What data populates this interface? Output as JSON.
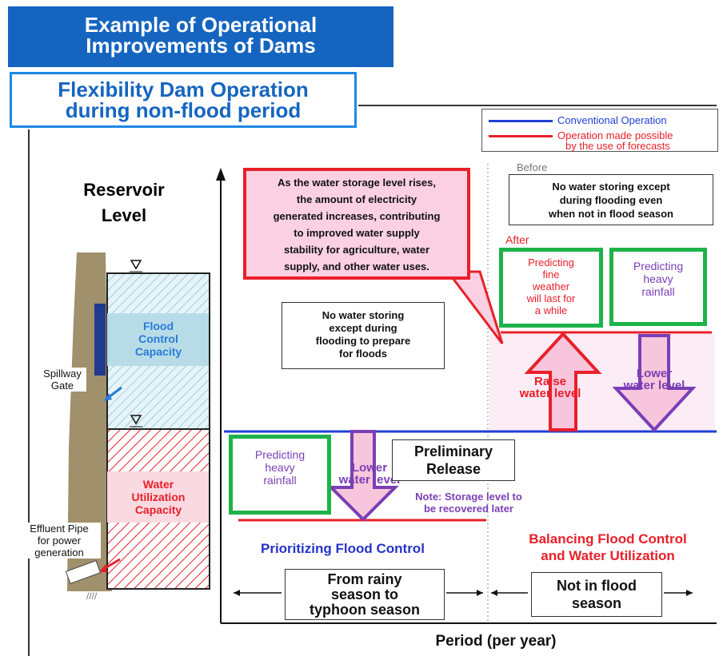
{
  "header": {
    "title_line1": "Example of Operational",
    "title_line2": "Improvements of Dams",
    "subtitle_line1": "Flexibility Dam Operation",
    "subtitle_line2": "during non-flood period"
  },
  "legend": {
    "conventional": "Conventional Operation",
    "forecast_line1": "Operation made possible",
    "forecast_line2": "by the use of forecasts"
  },
  "reservoir": {
    "title_line1": "Reservoir",
    "title_line2": "Level",
    "flood_capacity": [
      "Flood",
      "Control",
      "Capacity"
    ],
    "water_capacity": [
      "Water",
      "Utilization",
      "Capacity"
    ],
    "spillway_gate": [
      "Spillway",
      "Gate"
    ],
    "effluent_pipe": [
      "Effluent Pipe",
      "for power",
      "generation"
    ]
  },
  "callout": {
    "lines": [
      "As the water storage level rises,",
      "the amount of electricity",
      "generated increases, contributing",
      "to improved water supply",
      "stability for agriculture, water",
      "supply, and other water uses."
    ]
  },
  "before": {
    "label": "Before",
    "lines": [
      "No water storing except",
      "during flooding even",
      "when not in flood season"
    ]
  },
  "after": {
    "label": "After",
    "fine_weather": [
      "Predicting",
      "fine",
      "weather",
      "will last for",
      "a while"
    ],
    "heavy_rain_right": [
      "Predicting",
      "heavy",
      "rainfall"
    ],
    "raise_level": [
      "Raise",
      "water level"
    ],
    "lower_level_right": [
      "Lower",
      "water level"
    ]
  },
  "left_period": {
    "no_storing": [
      "No water storing",
      "except during",
      "flooding to prepare",
      "for floods"
    ],
    "heavy_rain_left": [
      "Predicting",
      "heavy",
      "rainfall"
    ],
    "lower_level_left": [
      "Lower",
      "water level"
    ],
    "preliminary": [
      "Preliminary",
      "Release"
    ],
    "note": [
      "Note: Storage level to",
      "be recovered later"
    ],
    "prioritizing": "Prioritizing Flood Control",
    "season": [
      "From rainy",
      "season to",
      "typhoon season"
    ]
  },
  "right_period": {
    "balancing": [
      "Balancing Flood Control",
      "and Water Utilization"
    ],
    "season": [
      "Not in flood",
      "season"
    ]
  },
  "axis": {
    "x_label": "Period (per year)"
  },
  "colors": {
    "conventional": "#1f3fd6",
    "forecast": "#e8202a",
    "header_blue": "#1565c0",
    "green": "#1db34a",
    "purple": "#7a3fb5",
    "pink": "#f7c6dc"
  }
}
